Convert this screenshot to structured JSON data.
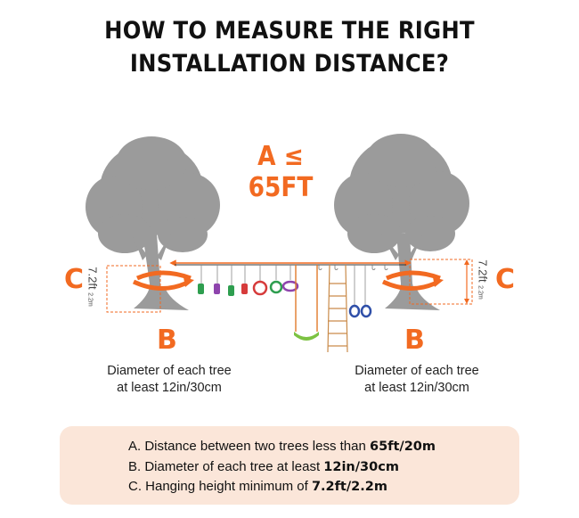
{
  "title": {
    "line1": "HOW TO MEASURE THE RIGHT",
    "line2": "INSTALLATION DISTANCE?"
  },
  "distance_label": "A ≤ 65FT",
  "left": {
    "c_label": "C",
    "b_label": "B",
    "height": "7.2ft",
    "height_small": "2.2m",
    "caption_line1": "Diameter of each tree",
    "caption_line2": "at least 12in/30cm"
  },
  "right": {
    "c_label": "C",
    "b_label": "B",
    "height": "7.2ft",
    "height_small": "2.2m",
    "caption_line1": "Diameter of each tree",
    "caption_line2": "at least 12in/30cm"
  },
  "legend": {
    "items": [
      {
        "text": "A. Distance between two trees less than ",
        "bold": "65ft/20m"
      },
      {
        "text": "B. Diameter of each tree at least ",
        "bold": "12in/30cm"
      },
      {
        "text": "C. Hanging height minimum of ",
        "bold": "7.2ft/2.2m"
      }
    ]
  },
  "colors": {
    "accent": "#f26a21",
    "tree": "#9b9b9b",
    "legend_bg": "#fbe6d9"
  }
}
